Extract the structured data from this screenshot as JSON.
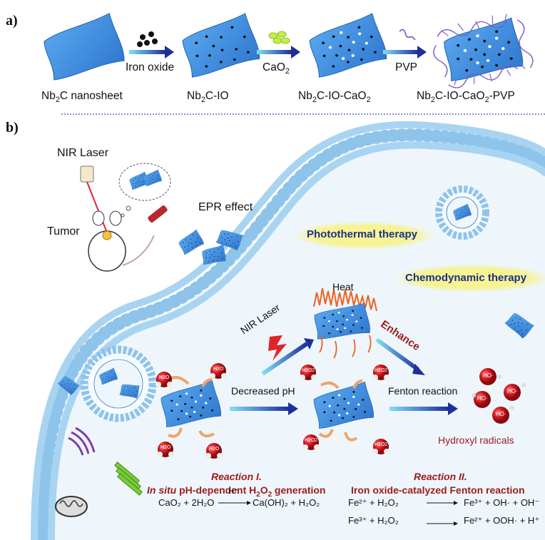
{
  "panel_a": {
    "tag": "a)",
    "steps": [
      {
        "name": "Nb2C nanosheet",
        "main": "Nb",
        "sub": "2",
        "rest": "C nanosheet",
        "sub2": "",
        "rest2": "",
        "sub3": "",
        "rest3": ""
      },
      {
        "name": "Nb2C-IO",
        "main": "Nb",
        "sub": "2",
        "rest": "C-IO",
        "sub2": "",
        "rest2": "",
        "sub3": "",
        "rest3": ""
      },
      {
        "name": "Nb2C-IO-CaO2",
        "main": "Nb",
        "sub": "2",
        "rest": "C-IO-CaO",
        "sub2": "2",
        "rest2": "",
        "sub3": "",
        "rest3": ""
      },
      {
        "name": "Nb2C-IO-CaO2-PVP",
        "main": "Nb",
        "sub": "2",
        "rest": "C-IO-CaO",
        "sub2": "2",
        "rest2": "-PVP",
        "sub3": "",
        "rest3": ""
      }
    ],
    "arrows": [
      {
        "main": "Iron oxide",
        "sub": ""
      },
      {
        "main": "CaO",
        "sub": "2"
      },
      {
        "main": "PVP",
        "sub": ""
      }
    ]
  },
  "panel_b": {
    "tag": "b)",
    "nir_laser": "NIR Laser",
    "tumor": "Tumor",
    "epr": "EPR effect",
    "photothermal": "Photothermal therapy",
    "chemodynamic": "Chemodynamic therapy",
    "heat": "Heat",
    "nir_laser_2": "NIR Laser",
    "enhance": "Enhance",
    "decreased_ph": "Decreased pH",
    "fenton": "Fenton reaction",
    "hydroxyl": "Hydroxyl radicals",
    "h2o_label": "H2O",
    "h2o2_label": "H2O2",
    "ho_label": "HO·",
    "reaction1": {
      "title": "Reaction I.",
      "subtitle_italic": "In situ",
      "subtitle_rest": " pH-dependent H",
      "subtitle_sub": "2",
      "subtitle_rest2": "O",
      "subtitle_sub2": "2",
      "subtitle_rest3": " generation",
      "eq_left": "CaO₂ + 2H₂O",
      "eq_cat": "H⁺",
      "eq_right": "Ca(OH)₂ + H₂O₂"
    },
    "reaction2": {
      "title": "Reaction II.",
      "subtitle": "Iron oxide-catalyzed Fenton reaction",
      "eq1_left": "Fe²⁺ + H₂O₂",
      "eq1_right": "Fe³⁺ +  OH· + OH⁻",
      "eq2_left": "Fe³⁺ + H₂O₂",
      "eq2_right": "Fe²⁺ + OOH· + H⁺"
    }
  },
  "colors": {
    "sheet": "#3f8fe0",
    "membrane": "#8fc4ea",
    "cell": "#eef6fc",
    "title_blue": "#1c2f8a",
    "title_red": "#9b1b1b",
    "glow": "#f7f27a",
    "molecule": "#c8141c"
  }
}
